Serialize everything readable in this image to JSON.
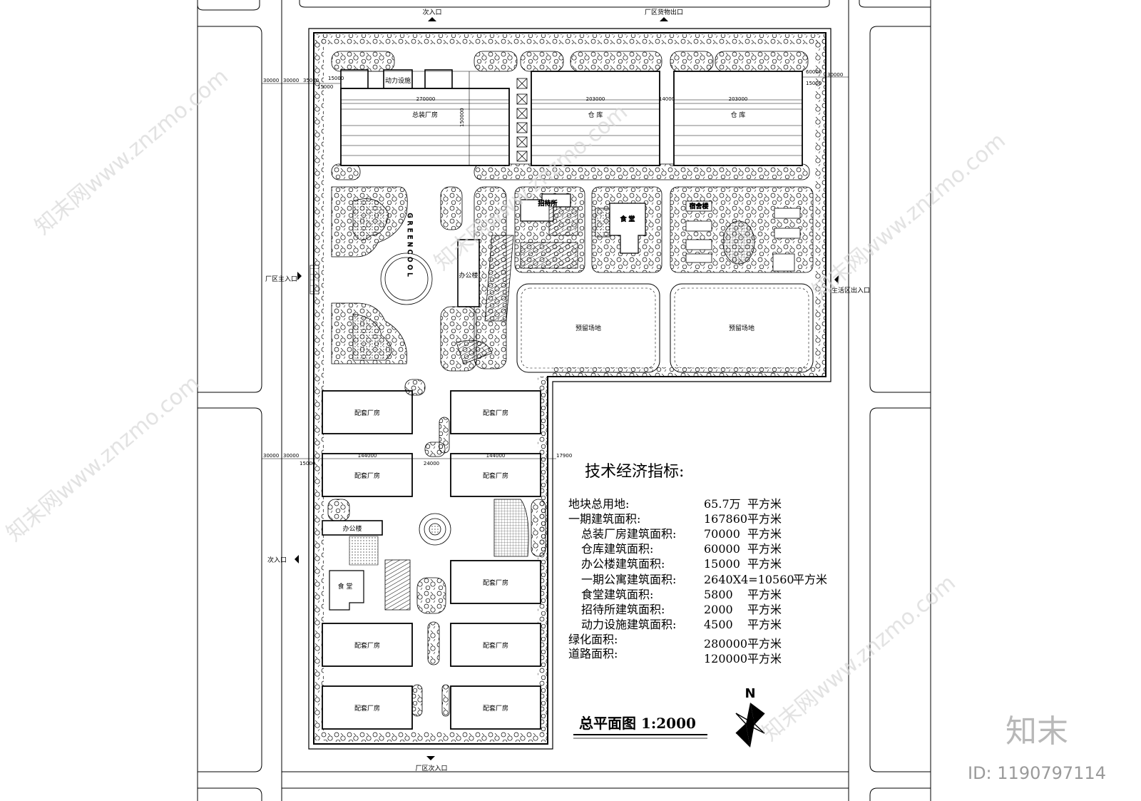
{
  "entrances": {
    "top_secondary": "次入口",
    "top_goods_exit": "厂区货物出口",
    "main_entrance": "厂区主入口",
    "left_secondary": "次入口",
    "living_entrance": "生活区出入口",
    "bottom_secondary": "厂区次入口"
  },
  "buildings": {
    "power": "动力设施",
    "assembly": "总装厂房",
    "warehouse_1": "仓 库",
    "warehouse_2": "仓 库",
    "guest_house": "招待所",
    "canteen_north": "食 堂",
    "dormitory": "宿舍楼",
    "office_north": "办公楼",
    "reserved_1": "预留场地",
    "reserved_2": "预留场地",
    "support_factory": "配套厂房",
    "office_south": "办公楼",
    "canteen_south": "食 堂",
    "greencool": "GREENCOOL"
  },
  "dimensions": {
    "d_30000": "30000",
    "d_35000": "35000",
    "d_15000": "15000",
    "d_270000": "270000",
    "d_203000": "203000",
    "d_14000": "14000",
    "d_150000": "150000",
    "d_60000": "60000",
    "d_144000": "144000",
    "d_24000": "24000",
    "d_17900": "17900"
  },
  "indicators": {
    "heading": "技术经济指标:",
    "rows": [
      {
        "label": "地块总用地:",
        "value": "65.7万",
        "unit": "平方米"
      },
      {
        "label": "一期建筑面积:",
        "value": "167860",
        "unit": "平方米"
      },
      {
        "label": "总装厂房建筑面积:",
        "value": "70000",
        "unit": "平方米"
      },
      {
        "label": "仓库建筑面积:",
        "value": "60000",
        "unit": "平方米"
      },
      {
        "label": "办公楼建筑面积:",
        "value": "15000",
        "unit": "平方米"
      },
      {
        "label": "一期公寓建筑面积:",
        "value": "2640X4=10560",
        "unit": "平方米"
      },
      {
        "label": "食堂建筑面积:",
        "value": "5800",
        "unit": "平方米"
      },
      {
        "label": "招待所建筑面积:",
        "value": "2000",
        "unit": "平方米"
      },
      {
        "label": "动力设施建筑面积:",
        "value": "4500",
        "unit": "平方米"
      },
      {
        "label": "绿化面积:",
        "value": "280000",
        "unit": "平方米"
      },
      {
        "label": "道路面积:",
        "value": "120000",
        "unit": "平方米"
      }
    ]
  },
  "plan_title": "总平面图 1:2000",
  "north_label": "N",
  "watermark": {
    "logo": "知末",
    "id": "ID: 1190797114",
    "url": "知末网www.znzmo.com"
  }
}
